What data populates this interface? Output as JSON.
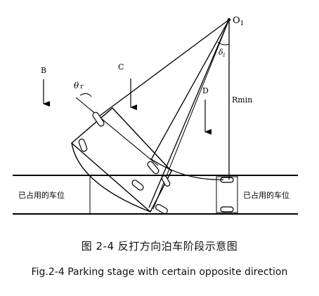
{
  "labels": {
    "o1": "O",
    "o1_sub": "1",
    "delta": "δ",
    "delta_sub": "i",
    "theta": "θ",
    "theta_sub": "r",
    "rmin": "Rmin",
    "b": "B",
    "c": "C",
    "d": "D",
    "occupied_left": "已占用的车位",
    "occupied_right": "已占用的车位"
  },
  "caption": {
    "chinese": "图  2-4  反打方向泊车阶段示意图",
    "english": "Fig.2-4 Parking stage with certain opposite direction"
  }
}
